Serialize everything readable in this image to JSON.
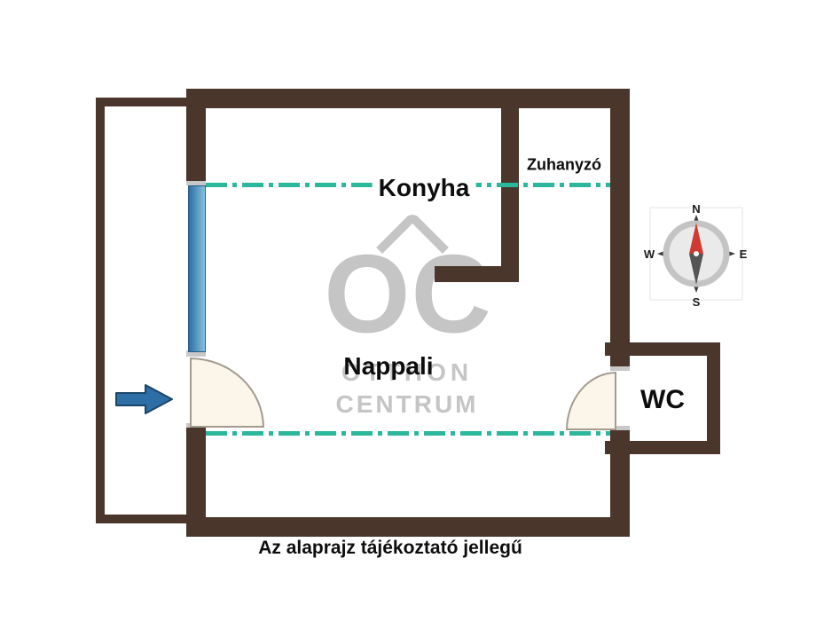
{
  "plan": {
    "rooms": [
      {
        "id": "konyha",
        "label": "Konyha"
      },
      {
        "id": "zuhanyzo",
        "label": "Zuhanyzó"
      },
      {
        "id": "nappali",
        "label": "Nappali"
      },
      {
        "id": "wc",
        "label": "WC"
      }
    ],
    "caption": "Az alaprajz tájékoztató jellegű"
  },
  "watermark": {
    "logo": "OC",
    "line1": "OTTHON",
    "line2": "CENTRUM"
  },
  "compass": {
    "north": "N",
    "east": "E",
    "south": "S",
    "west": "W"
  },
  "colors": {
    "wall": "#4a362b",
    "teal": "#2bb79b",
    "window-dark": "#2f6fa0",
    "window-light": "#85c0e2",
    "window-stroke": "#275d87",
    "arrow": "#2e6ea6",
    "arrow-dark": "#1b4668",
    "door-fill": "#fbf5ea",
    "door-stroke": "#a49b8f",
    "watermark": "#c5c5c5",
    "needle-red": "#d03a31",
    "needle-dark": "#555555",
    "jamb": "#c8c8c8",
    "label": "#0d0d0d"
  }
}
